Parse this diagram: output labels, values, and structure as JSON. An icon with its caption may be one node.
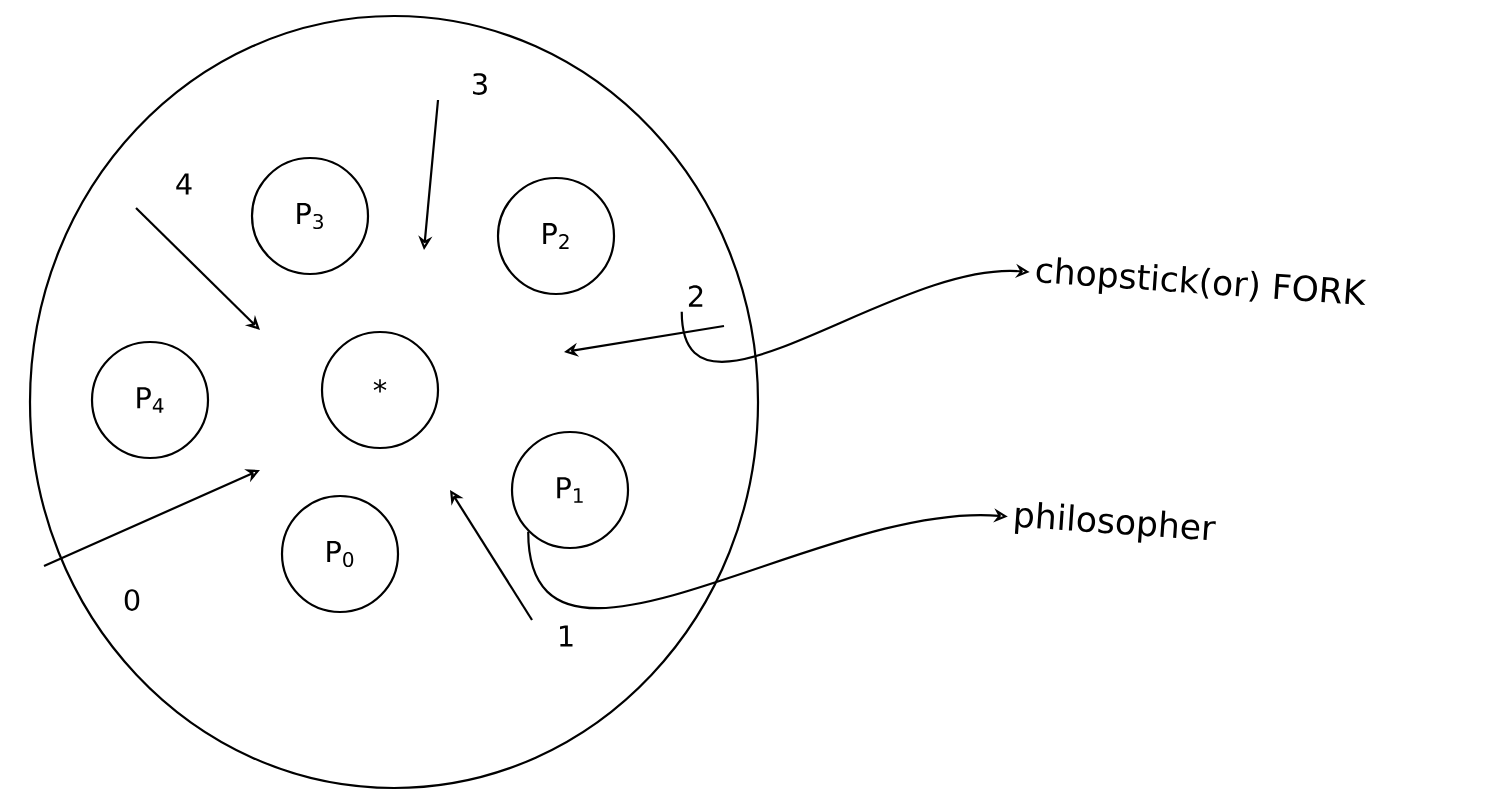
{
  "diagram": {
    "nodes": [
      {
        "text": [],
        "shape": "circle"
      },
      {
        "text": [
          "3"
        ],
        "in": 0
      },
      {
        "text": [
          "P$_{3}$"
        ],
        "in": 0
      },
      {
        "text": [
          "4"
        ],
        "in": 0
      },
      {
        "text": [
          "P$_{2}$"
        ],
        "in": 0
      },
      {
        "text": [
          "2"
        ],
        "in": 0
      },
      {
        "text": [
          "P$_{4}$"
        ],
        "in": 0
      },
      {
        "text": [
          "*"
        ],
        "in": 0
      },
      {
        "text": [
          "P$_{1}$"
        ],
        "in": 0
      },
      {
        "text": [
          "P$_{0}$"
        ],
        "in": 0
      },
      {
        "text": [
          "0"
        ],
        "in": 0
      },
      {
        "text": [
          "1"
        ],
        "in": 0
      },
      {
        "text": [
          "chopstick(or) FORK"
        ]
      },
      {
        "text": [
          "philosopher"
        ]
      }
    ],
    "edges": [
      {
        "from": 3,
        "to": null,
        "arrow": "to"
      },
      {
        "from": 1,
        "to": null,
        "arrow": "to"
      },
      {
        "from": 5,
        "to": null,
        "arrow": "to"
      },
      {
        "from": 11,
        "to": null,
        "arrow": "to"
      },
      {
        "from": 10,
        "to": null,
        "arrow": "to"
      },
      {
        "from": 5,
        "to": 12,
        "arrow": "to"
      },
      {
        "from": 8,
        "to": 13,
        "arrow": "to"
      }
    ]
  }
}
